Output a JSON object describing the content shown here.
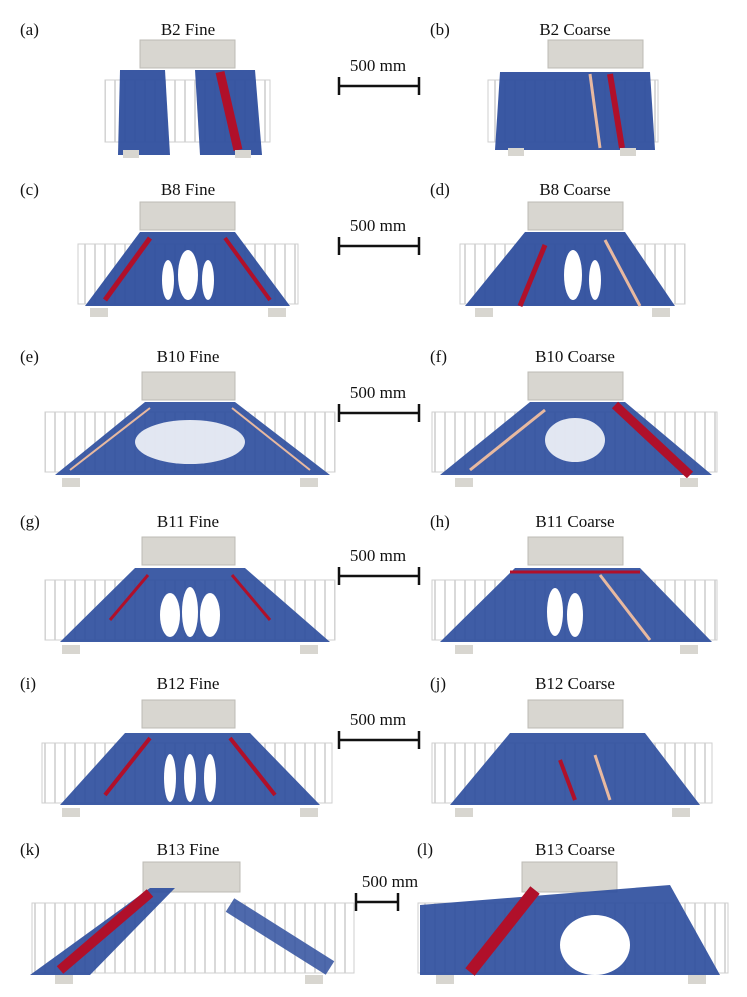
{
  "figure": {
    "panels": [
      {
        "id": "a",
        "label": "(a)",
        "title": "B2 Fine"
      },
      {
        "id": "b",
        "label": "(b)",
        "title": "B2 Coarse"
      },
      {
        "id": "c",
        "label": "(c)",
        "title": "B8 Fine"
      },
      {
        "id": "d",
        "label": "(d)",
        "title": "B8 Coarse"
      },
      {
        "id": "e",
        "label": "(e)",
        "title": "B10 Fine"
      },
      {
        "id": "f",
        "label": "(f)",
        "title": "B10 Coarse"
      },
      {
        "id": "g",
        "label": "(g)",
        "title": "B11 Fine"
      },
      {
        "id": "h",
        "label": "(h)",
        "title": "B11 Coarse"
      },
      {
        "id": "i",
        "label": "(i)",
        "title": "B12 Fine"
      },
      {
        "id": "j",
        "label": "(j)",
        "title": "B12 Coarse"
      },
      {
        "id": "k",
        "label": "(k)",
        "title": "B13 Fine"
      },
      {
        "id": "l",
        "label": "(l)",
        "title": "B13 Coarse"
      }
    ],
    "scale_bars": [
      {
        "row": 0,
        "text": "500 mm"
      },
      {
        "row": 1,
        "text": "500 mm"
      },
      {
        "row": 2,
        "text": "500 mm"
      },
      {
        "row": 3,
        "text": "500 mm"
      },
      {
        "row": 4,
        "text": "500 mm"
      },
      {
        "row": 5,
        "text": "500 mm"
      }
    ],
    "colors": {
      "concrete_blue": "#2f4f9e",
      "crack_red": "#b0102a",
      "crack_light": "#e8b9a0",
      "steel_grey": "#d9d9d9",
      "plate_grey": "#d8d6d0"
    }
  }
}
